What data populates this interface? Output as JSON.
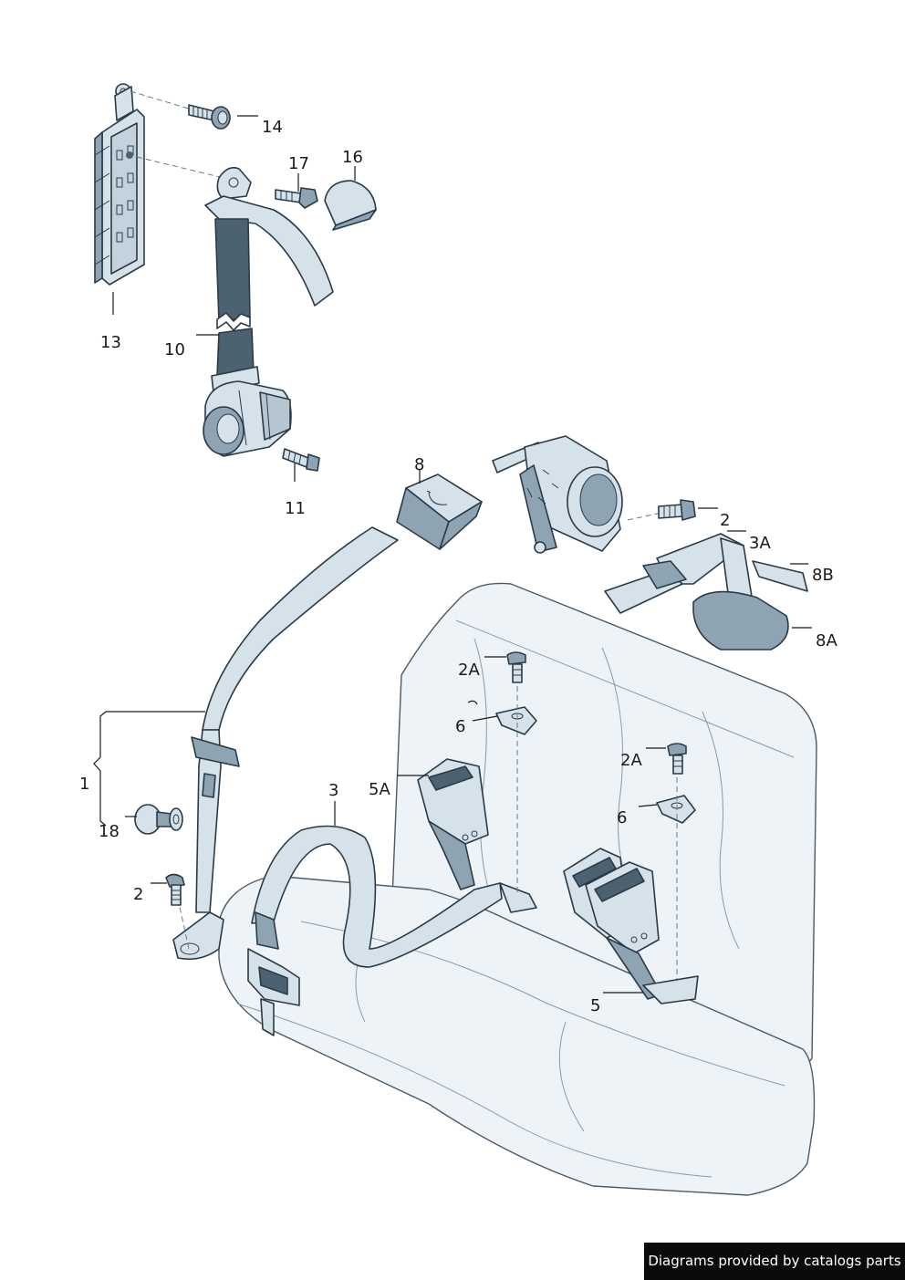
{
  "labels": {
    "l1": "1",
    "l2a": "2",
    "l2b": "2",
    "l2A_a": "2A",
    "l2A_b": "2A",
    "l3": "3",
    "l3A": "3A",
    "l5": "5",
    "l5A": "5A",
    "l6a": "6",
    "l6b": "6",
    "l8": "8",
    "l8A": "8A",
    "l8B": "8B",
    "l10": "10",
    "l11": "11",
    "l13": "13",
    "l14": "14",
    "l16": "16",
    "l17": "17",
    "l18": "18"
  },
  "footer": {
    "text": "Diagrams provided by catalogs parts"
  },
  "colors": {
    "part_fill": "#d6e2ea",
    "part_shadow": "#8fa4b3",
    "outline": "#2a3a48",
    "footer_bg": "#0b0b0b"
  }
}
